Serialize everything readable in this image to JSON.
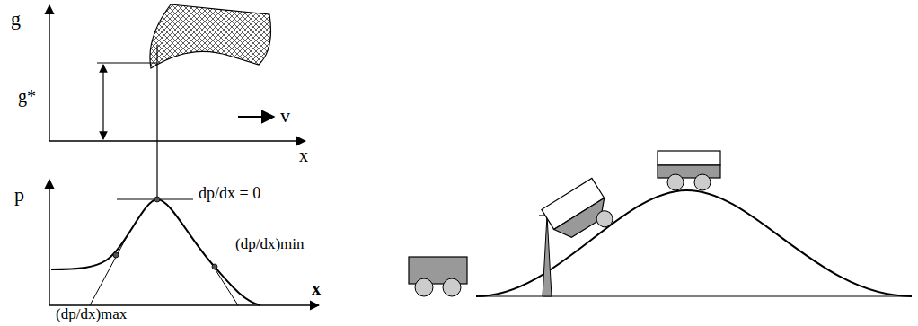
{
  "diagram": {
    "labels": [
      "g",
      "g*",
      "v",
      "x",
      "p",
      "dp/dx = 0",
      "(dp/dx)min",
      "x",
      "(dp/dx)max"
    ]
  }
}
